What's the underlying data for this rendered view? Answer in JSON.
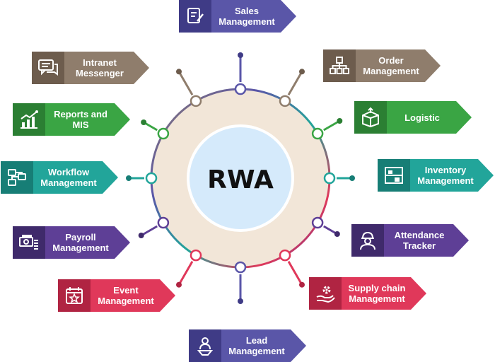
{
  "center": {
    "label": "RWA",
    "fill": "#d5eafb",
    "ring_fill": "#f2e6d8"
  },
  "modules": [
    {
      "id": "sales",
      "label": "Sales\nManagement",
      "color": "#5a56a8",
      "dark": "#3f3b86",
      "icon": "document-pen-icon"
    },
    {
      "id": "order",
      "label": "Order\nManagement",
      "color": "#8f7d6c",
      "dark": "#6d5c4d",
      "icon": "hierarchy-icon"
    },
    {
      "id": "logistic",
      "label": "Logistic",
      "color": "#3aa544",
      "dark": "#2b7f33",
      "icon": "box-icon"
    },
    {
      "id": "inventory",
      "label": "Inventory\nManagement",
      "color": "#22a59a",
      "dark": "#177e76",
      "icon": "shelf-icon"
    },
    {
      "id": "attendance",
      "label": "Attendance\nTracker",
      "color": "#5e3f96",
      "dark": "#3f2a6b",
      "icon": "worker-icon"
    },
    {
      "id": "supply",
      "label": "Supply chain\nManagement",
      "color": "#e0385a",
      "dark": "#b02442",
      "icon": "gear-hand-icon"
    },
    {
      "id": "lead",
      "label": "Lead\nManagement",
      "color": "#5a56a8",
      "dark": "#3f3b86",
      "icon": "lead-icon"
    },
    {
      "id": "event",
      "label": "Event\nManagement",
      "color": "#e0385a",
      "dark": "#b02442",
      "icon": "calendar-star-icon"
    },
    {
      "id": "payroll",
      "label": "Payroll\nManagement",
      "color": "#5e3f96",
      "dark": "#3f2a6b",
      "icon": "money-icon"
    },
    {
      "id": "workflow",
      "label": "Workflow\nManagement",
      "color": "#22a59a",
      "dark": "#177e76",
      "icon": "workflow-icon"
    },
    {
      "id": "reports",
      "label": "Reports and\nMIS",
      "color": "#3aa544",
      "dark": "#2b7f33",
      "icon": "chart-icon"
    },
    {
      "id": "intranet",
      "label": "Intranet\nMessenger",
      "color": "#8f7d6c",
      "dark": "#6d5c4d",
      "icon": "chat-icon"
    }
  ]
}
